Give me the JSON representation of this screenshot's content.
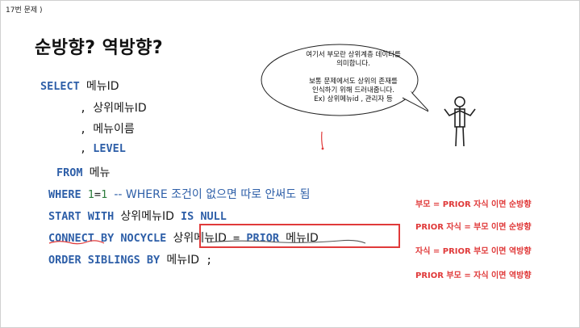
{
  "header": {
    "label": "17번 문제 )"
  },
  "title": "순방향? 역방향?",
  "bubble": {
    "line1": "여기서 부모란 상위계층 데이터를",
    "line2": "의미합니다.",
    "line3": "보통 문제에서도 상위의 존재를",
    "line4": "인식하기 위해 드러내줍니다.",
    "line5": "Ex) 상위메뉴id , 관리자 등"
  },
  "code": {
    "l1_kw": "SELECT",
    "l1_col": "메뉴ID",
    "l2_comma": ",",
    "l2_col": "상위메뉴ID",
    "l3_comma": ",",
    "l3_col": "메뉴이름",
    "l4_comma": ",",
    "l4_kw": "LEVEL",
    "l5_kw": "FROM",
    "l5_tbl": "메뉴",
    "l6_kw": "WHERE",
    "l6_a": "1",
    "l6_eq": "=",
    "l6_b": "1",
    "l6_cmt": "-- WHERE 조건이 없으면 따로 안써도 됨",
    "l7_kw": "START WITH",
    "l7_col": "상위메뉴ID",
    "l7_kw2": "IS NULL",
    "l8_kw": "CONNECT BY NOCYCLE",
    "l8_col": "상위메뉴ID",
    "l8_eq": "=",
    "l8_kw2": "PRIOR",
    "l8_col2": "메뉴ID",
    "l9_kw": "ORDER SIBLINGS BY",
    "l9_col": "메뉴ID",
    "l9_end": ";"
  },
  "rules": [
    "부모 = PRIOR 자식 이면 순방향",
    "PRIOR 자식 = 부모 이면 순방향",
    "자식 = PRIOR 부모 이면 역방향",
    "PRIOR 부모 = 자식 이면 역방향"
  ],
  "colors": {
    "keyword": "#2e5fa8",
    "number": "#2e7d3e",
    "highlight": "#e03a3a"
  }
}
